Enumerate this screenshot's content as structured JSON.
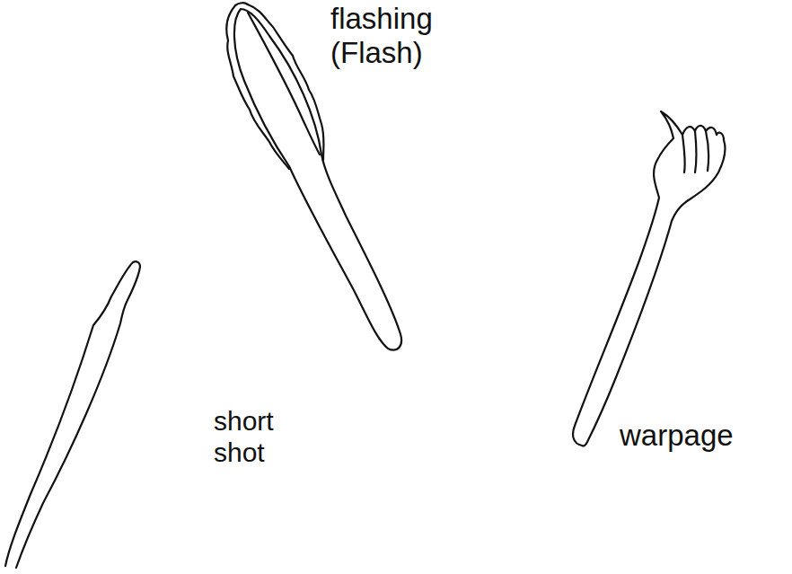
{
  "diagram": {
    "labels": [
      "flashing (Flash)",
      "short shot",
      "warpage"
    ]
  }
}
